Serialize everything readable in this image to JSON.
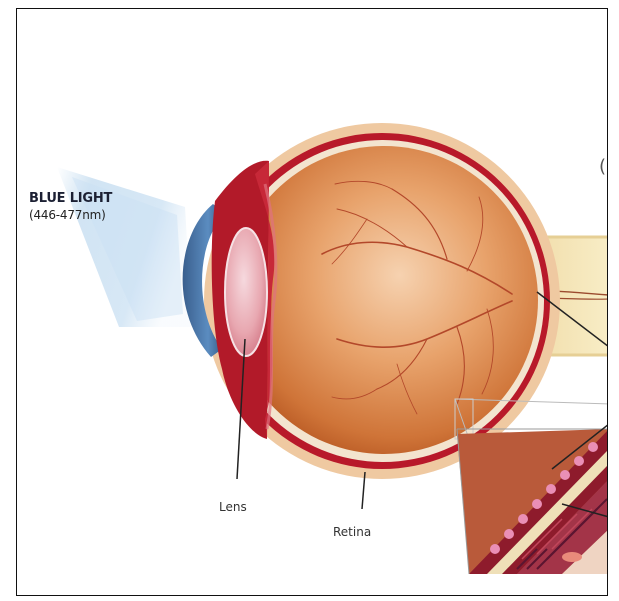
{
  "blue_light": {
    "title": "BLUE LIGHT",
    "range": "(446-477nm)"
  },
  "labels": {
    "lens": "Lens",
    "retina": "Retina"
  },
  "colors": {
    "sclera": "#b8192a",
    "sclera_outer": "#efc9a1",
    "globe": "#d98246",
    "globe_highlight": "#f1c4a0",
    "cornea": "#3e6f9e",
    "blue_light": "#9ec6e6",
    "nerve": "#f5e7b3",
    "lens": "#e8a7b0"
  }
}
